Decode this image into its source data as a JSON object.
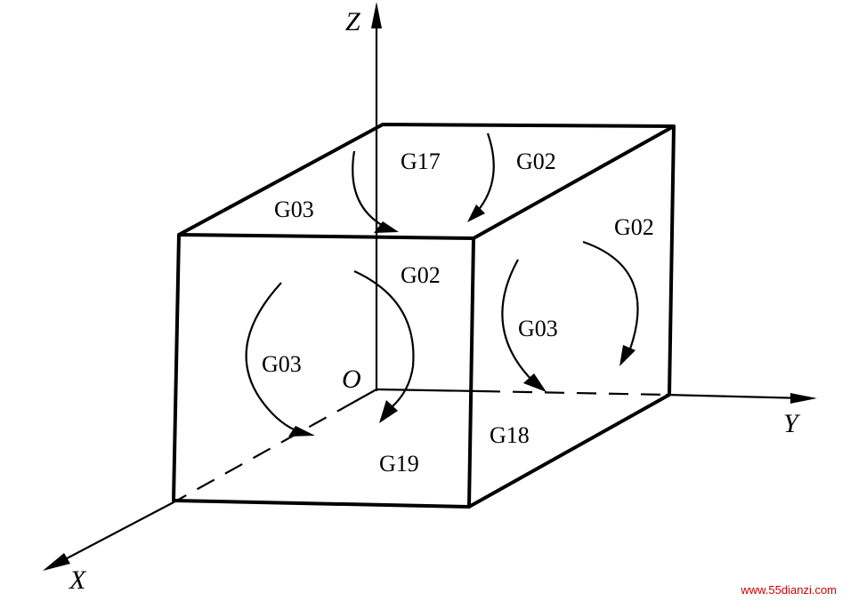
{
  "axes": {
    "z": "Z",
    "y": "Y",
    "x": "X",
    "origin": "O"
  },
  "top_face": {
    "plane_code": "G17",
    "cw_code": "G02",
    "ccw_code": "G03"
  },
  "front_face": {
    "plane_code": "G19",
    "cw_code": "G02",
    "ccw_code": "G03"
  },
  "side_face": {
    "plane_code": "G18",
    "cw_code": "G02",
    "ccw_code": "G03"
  },
  "watermark": "www.55dianzi.com"
}
